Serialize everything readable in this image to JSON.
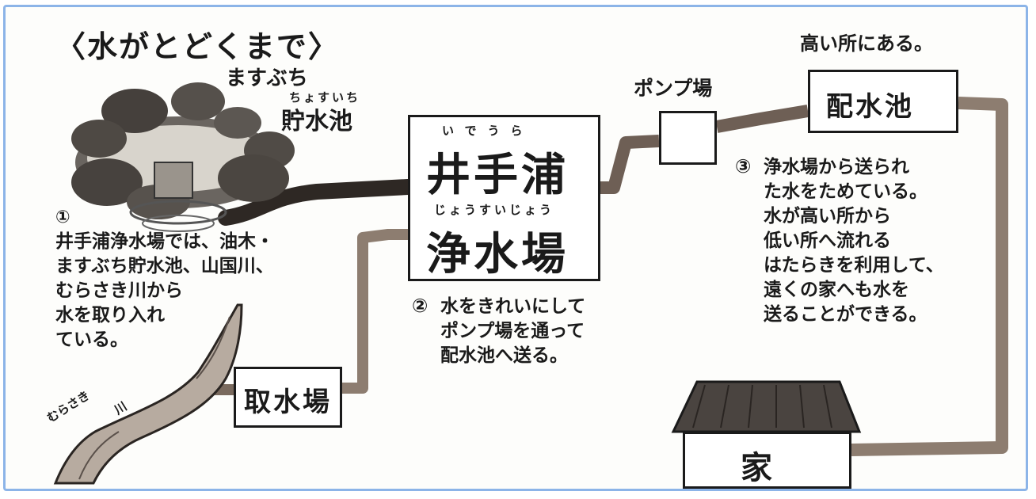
{
  "title": "〈水がとどくまで〉",
  "reservoir": {
    "label_top": "ますぶち",
    "ruby": "ちょすいち",
    "label": "貯水池"
  },
  "plant": {
    "ruby_top": "いでうら",
    "name_top": "井手浦",
    "ruby_bottom": "じょうすいじょう",
    "name_bottom": "浄水場"
  },
  "intake": {
    "label": "取水場"
  },
  "pump": {
    "label": "ポンプ場"
  },
  "distribution": {
    "caption": "高い所にある。",
    "label": "配水池"
  },
  "house": {
    "label": "家"
  },
  "rivers": {
    "murasaki": "むらさき",
    "kawa": "川"
  },
  "notes": {
    "n1_num": "①",
    "n1": "井手浦浄水場では、油木・\nますぶち貯水池、山国川、\nむらさき川から\n水を取り入れ\nている。",
    "n2_num": "②",
    "n2": "水をきれいにして\nポンプ場を通って\n配水池へ送る。",
    "n3_num": "③",
    "n3": "浄水場から送られ\nた水をためている。\n水が高い所から\n低い所へ流れる\nはたらきを利用して、\n遠くの家へも水を\n送ることができる。"
  },
  "colors": {
    "border": "#8cb4e8",
    "pipe": "#7a6a5e",
    "pipe_dark": "#3a302a",
    "rock": "#5a5550",
    "ink": "#1a1a1a"
  }
}
